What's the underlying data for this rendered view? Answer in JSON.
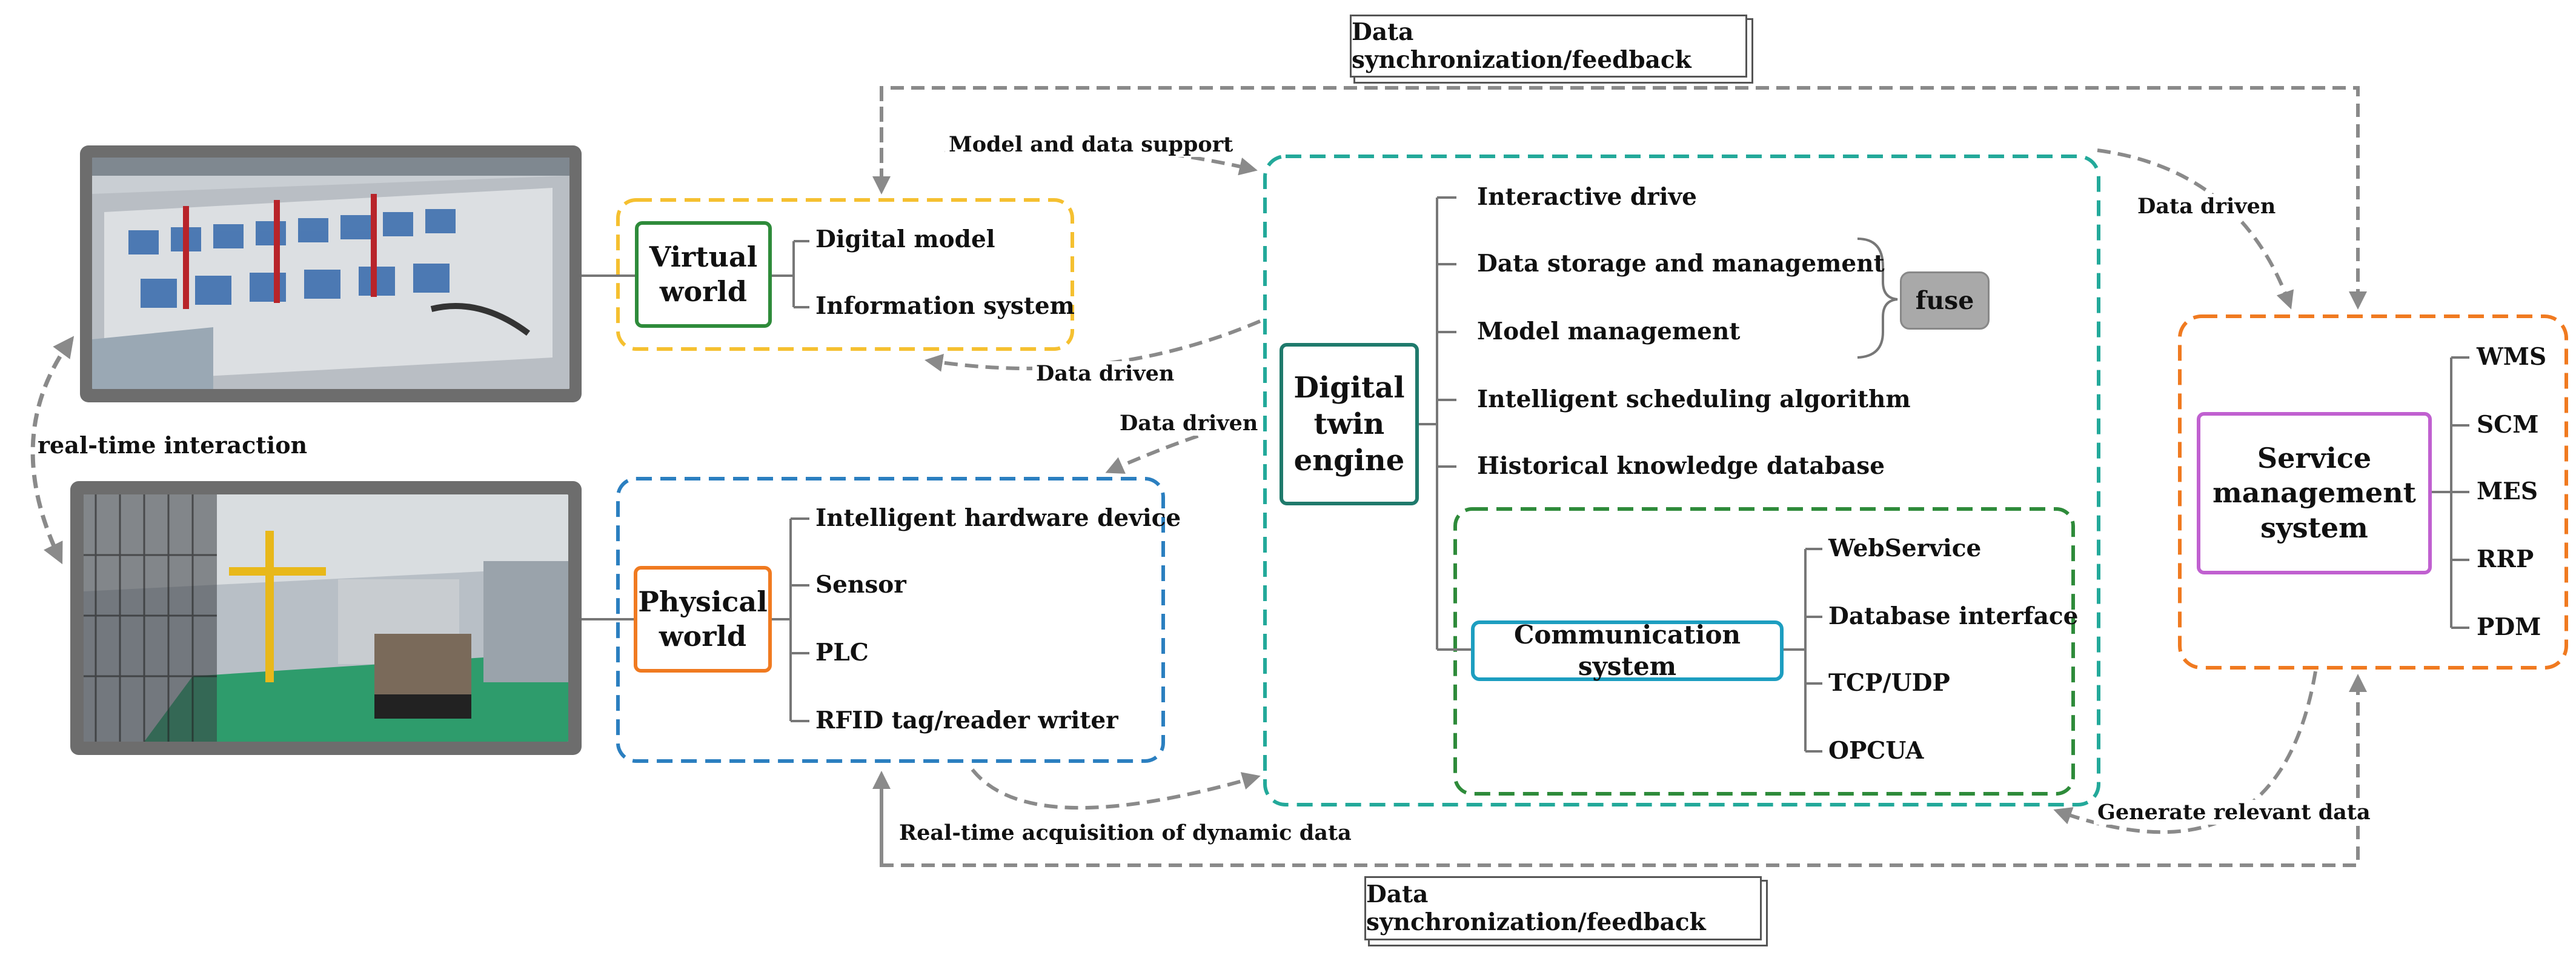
{
  "sync_top": "Data synchronization/feedback",
  "sync_bottom": "Data synchronization/feedback",
  "realtime_interaction": "real-time interaction",
  "virtual": {
    "title_line1": "Virtual",
    "title_line2": "world",
    "items": [
      "Digital model",
      "Information system"
    ]
  },
  "physical": {
    "title_line1": "Physical",
    "title_line2": "world",
    "items": [
      "Intelligent hardware device",
      "Sensor",
      "PLC",
      "RFID tag/reader writer"
    ]
  },
  "engine": {
    "title_line1": "Digital",
    "title_line2": "twin",
    "title_line3": "engine",
    "items": [
      "Interactive drive",
      "Data storage and management",
      "Model management",
      "Intelligent scheduling algorithm",
      "Historical knowledge database"
    ],
    "fuse": "fuse"
  },
  "communication": {
    "title": "Communication system",
    "items": [
      "WebService",
      "Database interface",
      "TCP/UDP",
      "OPCUA"
    ]
  },
  "service": {
    "title_line1": "Service",
    "title_line2": "management",
    "title_line3": "system",
    "items": [
      "WMS",
      "SCM",
      "MES",
      "RRP",
      "PDM"
    ]
  },
  "edges": {
    "model_data_support": "Model and data support",
    "data_driven_virtual": "Data driven",
    "data_driven_physical": "Data driven",
    "data_driven_service": "Data driven",
    "realtime_acquisition": "Real-time acquisition of dynamic data",
    "generate_relevant": "Generate relevant data"
  },
  "colors": {
    "virtual_border": "#f5c030",
    "virtual_title": "#2e8b3a",
    "physical_border": "#2b7fc0",
    "physical_title": "#f07a20",
    "engine_border": "#23a99a",
    "engine_title": "#1f7a6c",
    "comm_border": "#2e8b3a",
    "comm_title": "#1d9ec0",
    "service_border": "#f07a20",
    "service_title": "#c060d0",
    "arrow": "#8a8a8a"
  },
  "icons": {
    "virtual_photo": "factory-3d-model-image",
    "physical_photo": "factory-floor-photo"
  }
}
